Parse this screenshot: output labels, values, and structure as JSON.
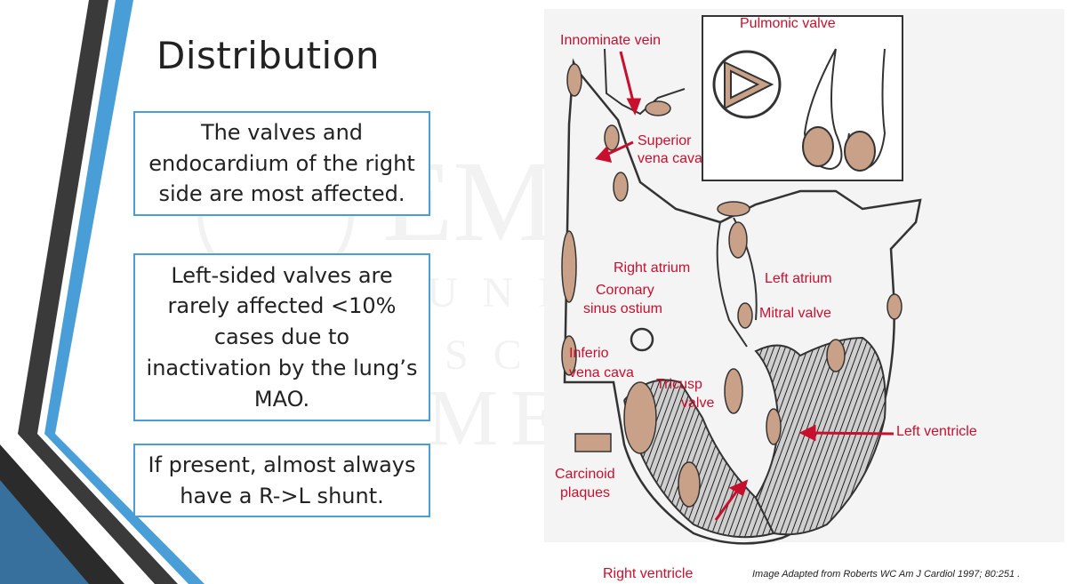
{
  "slide": {
    "title": "Distribution",
    "points": [
      "The valves and\nendocardium of the right\nside are most affected.",
      "Left-sided valves are\nrarely affected <10%\ncases due to\ninactivation by the lung’s\nMAO.",
      "If present, almost always\nhave a R->L shunt."
    ],
    "accent_color": "#4a9ed8",
    "dark_stripe_color": "#3a3a3a"
  },
  "diagram": {
    "labels": {
      "innominate_vein": "Innominate vein",
      "pulmonic_valve": "Pulmonic valve",
      "superior_vena_cava_1": "Superior",
      "superior_vena_cava_2": "vena cava",
      "right_atrium": "Right atrium",
      "coronary_1": "Coronary",
      "coronary_2": "sinus ostium",
      "left_atrium": "Left atrium",
      "mitral_valve": "Mitral valve",
      "inferior_1": "Inferio",
      "inferior_2": "vena cava",
      "tricuspid_1": "Tricusp",
      "tricuspid_2": "valve",
      "left_ventricle": "Left ventricle",
      "carcinoid_1": "Carcinoid",
      "carcinoid_2": "plaques",
      "right_ventricle": "Right ventricle"
    },
    "plaque_color": "#c9a088",
    "label_color": "#c8102e",
    "credit": "Image Adapted from  Roberts WC Am J Cardiol 1997; 80:251 ."
  },
  "watermark": {
    "line1": "EMORY",
    "line2": "UNIVERSITY",
    "line3": "SCHOOL OF",
    "line4": "MEDICINE"
  }
}
